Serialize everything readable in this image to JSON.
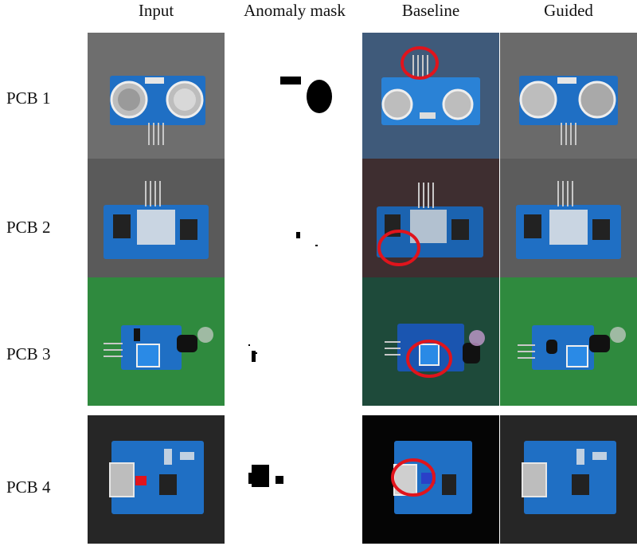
{
  "columns": [
    "Input",
    "Anomaly mask",
    "Baseline",
    "Guided"
  ],
  "rows": [
    {
      "label": "PCB 1",
      "input_bg": "#6e6e6e",
      "baseline_bg": "#3f5a7a",
      "guided_bg": "#6a6a6a"
    },
    {
      "label": "PCB 2",
      "input_bg": "#5a5a5a",
      "baseline_bg": "#3e2e30",
      "guided_bg": "#5c5c5c"
    },
    {
      "label": "PCB 3",
      "input_bg": "#2f8a3e",
      "baseline_bg": "#1e4a3a",
      "guided_bg": "#2f8a3e"
    },
    {
      "label": "PCB 4",
      "input_bg": "#262626",
      "baseline_bg": "#050505",
      "guided_bg": "#262626"
    }
  ],
  "colors": {
    "board_blue": "#1f6fc4",
    "board_dark_blue": "#1a4e9a",
    "highlight_red": "#e0141c",
    "mask_black": "#000000",
    "metal": "#c8c8c8"
  }
}
